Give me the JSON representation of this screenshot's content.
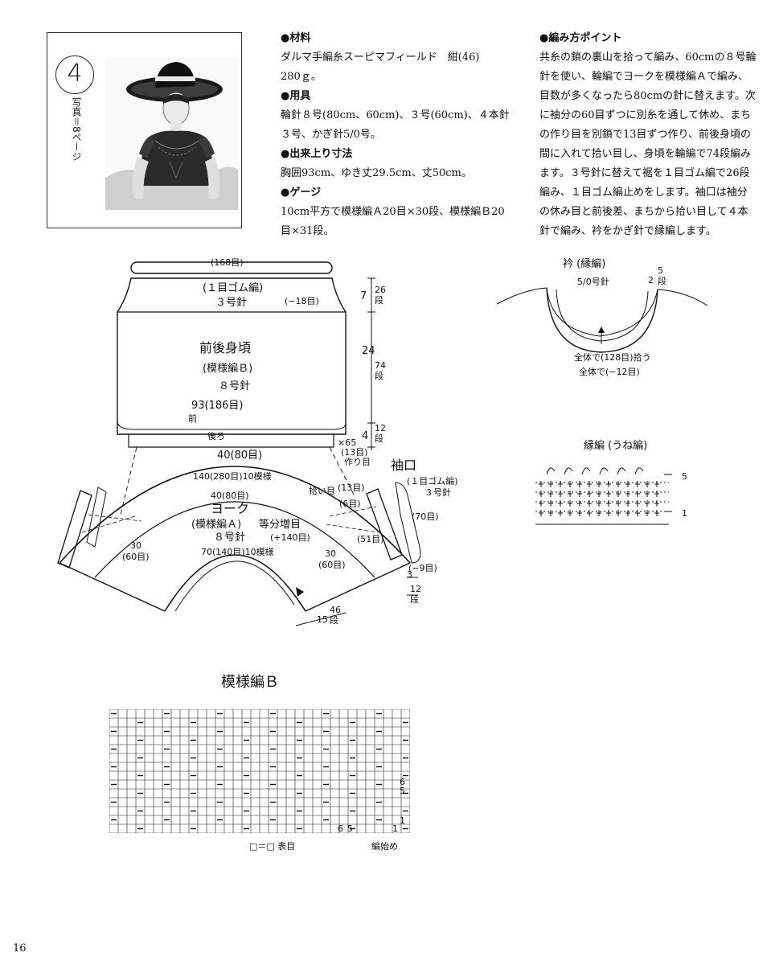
{
  "photo": {
    "number": "4",
    "reference": "写真＝8ページ"
  },
  "materials": {
    "heading": "材料",
    "lines": [
      "ダルマ手編糸スーピマフィールド　紺(46)",
      "280ｇ。"
    ]
  },
  "tools": {
    "heading": "用具",
    "lines": [
      "輪針８号(80cm、60cm)、３号(60cm)、４本針",
      "３号、かぎ針5/0号。"
    ]
  },
  "finished_size": {
    "heading": "出来上り寸法",
    "lines": [
      "胸囲93cm、ゆき丈29.5cm、丈50cm。"
    ]
  },
  "gauge": {
    "heading": "ゲージ",
    "lines": [
      "10cm平方で模様編Ａ20目×30段、模様編Ｂ20",
      "目×31段。"
    ]
  },
  "points": {
    "heading": "編み方ポイント",
    "lines": [
      "共糸の鎖の裏山を拾って編み、60cmの８号輪",
      "針を使い、輪編でヨークを模様編Ａで編み、",
      "目数が多くなったら80cmの針に替えます。次",
      "に袖分の60目ずつに別糸を通して休め、まち",
      "の作り目を別鎖で13目ずつ作り、前後身頃の",
      "間に入れて拾い目し、身頃を輪編で74段編み",
      "ます。３号針に替えて裾を１目ゴム編で26段",
      "編み、１目ゴム編止めをします。袖口は袖分",
      "の休み目と前後差、まちから拾い目して４本",
      "針で編み、衿をかぎ針で縁編します。"
    ]
  },
  "body_diagram": {
    "hem_stitches": "(168目)",
    "rib_label": "(１目ゴム編)",
    "rib_needle": "３号針",
    "rib_decrease": "(−18目)",
    "rib_height_cm": "7",
    "rib_rows": "26段",
    "body_title": "前後身頃",
    "body_pattern": "(模様編Ｂ)",
    "body_needle": "８号針",
    "body_height_cm": "24",
    "body_rows": "74段",
    "body_width": "93(186目)",
    "front": "前",
    "back": "後ろ",
    "diff_cm": "4",
    "diff_rows": "12段",
    "back_width": "40(80目)",
    "gusset": "×65",
    "gusset_stitches": "(13目)",
    "gusset_note": "作り目"
  },
  "yoke_diagram": {
    "outer": "140(280目)10模様",
    "inner_width": "40(80目)",
    "title": "ヨーク",
    "pattern": "(模様編Ａ)",
    "needle": "８号針",
    "increase_label": "等分増目",
    "increase": "(+140目)",
    "neck": "70(140目)10模様",
    "left_cm": "30",
    "left_stitches": "(60目)",
    "right_cm": "30",
    "right_stitches": "(60目)",
    "height_cm": "15",
    "height_rows": "46段"
  },
  "cuff_diagram": {
    "title": "袖口",
    "rib": "(１目ゴム編)",
    "needle": "３号針",
    "pickup": "拾い目",
    "gusset": "(13目)",
    "six": "(6目)",
    "stitches_51": "(51目)",
    "stitches_70": "(70目)",
    "decrease": "(−9目)",
    "cm": "3",
    "rows": "12段"
  },
  "collar_diagram": {
    "title": "衿 (縁編)",
    "needle": "5/0号針",
    "cm": "2",
    "rows": "5段",
    "pickup1": "全体で(128目)拾う",
    "pickup2": "全体で(−12目)"
  },
  "edge_chart": {
    "title": "縁編 (うね編)",
    "marker_top": "5",
    "marker_bottom": "1"
  },
  "chart_b": {
    "title": "模様編Ｂ",
    "legend": "□＝□ 表目",
    "start": "編始め",
    "col_labels": [
      "6",
      "5",
      "1"
    ],
    "row_labels": [
      "6",
      "5",
      "1"
    ]
  },
  "page_number": "16"
}
